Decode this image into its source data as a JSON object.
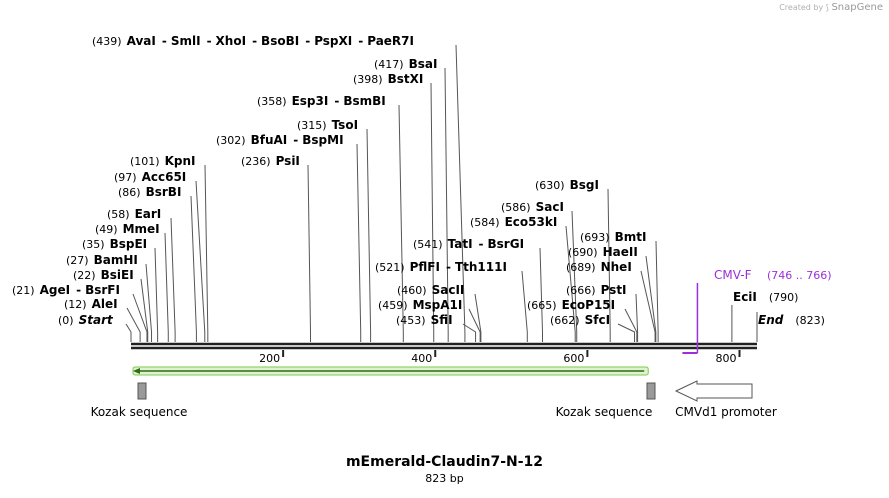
{
  "credit": {
    "prefix": "Created by",
    "brand": "SnapGene"
  },
  "map": {
    "title": "mEmerald-Claudin7-N-12",
    "length_label": "823 bp",
    "length": 823
  },
  "ruler": {
    "ticks": [
      {
        "value": 200,
        "label": "200"
      },
      {
        "value": 400,
        "label": "400"
      },
      {
        "value": 600,
        "label": "600"
      },
      {
        "value": 800,
        "label": "800"
      }
    ]
  },
  "sites": [
    {
      "pos": 0,
      "pos_label": "(0)",
      "names": [
        "Start"
      ],
      "italic": true
    },
    {
      "pos": 12,
      "pos_label": "(12)",
      "names": [
        "AleI"
      ]
    },
    {
      "pos": 21,
      "pos_label": "(21)",
      "names": [
        "AgeI",
        "BsrFI"
      ]
    },
    {
      "pos": 22,
      "pos_label": "(22)",
      "names": [
        "BsiEI"
      ]
    },
    {
      "pos": 27,
      "pos_label": "(27)",
      "names": [
        "BamHI"
      ]
    },
    {
      "pos": 35,
      "pos_label": "(35)",
      "names": [
        "BspEI"
      ]
    },
    {
      "pos": 49,
      "pos_label": "(49)",
      "names": [
        "MmeI"
      ]
    },
    {
      "pos": 58,
      "pos_label": "(58)",
      "names": [
        "EarI"
      ]
    },
    {
      "pos": 86,
      "pos_label": "(86)",
      "names": [
        "BsrBI"
      ]
    },
    {
      "pos": 97,
      "pos_label": "(97)",
      "names": [
        "Acc65I"
      ]
    },
    {
      "pos": 101,
      "pos_label": "(101)",
      "names": [
        "KpnI"
      ]
    },
    {
      "pos": 236,
      "pos_label": "(236)",
      "names": [
        "PsiI"
      ]
    },
    {
      "pos": 302,
      "pos_label": "(302)",
      "names": [
        "BfuAI",
        "BspMI"
      ]
    },
    {
      "pos": 315,
      "pos_label": "(315)",
      "names": [
        "TsoI"
      ]
    },
    {
      "pos": 358,
      "pos_label": "(358)",
      "names": [
        "Esp3I",
        "BsmBI"
      ]
    },
    {
      "pos": 398,
      "pos_label": "(398)",
      "names": [
        "BstXI"
      ]
    },
    {
      "pos": 417,
      "pos_label": "(417)",
      "names": [
        "BsaI"
      ]
    },
    {
      "pos": 439,
      "pos_label": "(439)",
      "names": [
        "AvaI",
        "SmlI",
        "XhoI",
        "BsoBI",
        "PspXI",
        "PaeR7I"
      ]
    },
    {
      "pos": 453,
      "pos_label": "(453)",
      "names": [
        "SfiI"
      ]
    },
    {
      "pos": 459,
      "pos_label": "(459)",
      "names": [
        "MspA1I"
      ]
    },
    {
      "pos": 460,
      "pos_label": "(460)",
      "names": [
        "SacII"
      ]
    },
    {
      "pos": 521,
      "pos_label": "(521)",
      "names": [
        "PflFI",
        "Tth111I"
      ]
    },
    {
      "pos": 541,
      "pos_label": "(541)",
      "names": [
        "TatI",
        "BsrGI"
      ]
    },
    {
      "pos": 584,
      "pos_label": "(584)",
      "names": [
        "Eco53kI"
      ]
    },
    {
      "pos": 586,
      "pos_label": "(586)",
      "names": [
        "SacI"
      ]
    },
    {
      "pos": 630,
      "pos_label": "(630)",
      "names": [
        "BsgI"
      ]
    },
    {
      "pos": 662,
      "pos_label": "(662)",
      "names": [
        "SfcI"
      ]
    },
    {
      "pos": 665,
      "pos_label": "(665)",
      "names": [
        "EcoP15I"
      ]
    },
    {
      "pos": 666,
      "pos_label": "(666)",
      "names": [
        "PstI"
      ]
    },
    {
      "pos": 689,
      "pos_label": "(689)",
      "names": [
        "NheI"
      ]
    },
    {
      "pos": 690,
      "pos_label": "(690)",
      "names": [
        "HaeII"
      ]
    },
    {
      "pos": 693,
      "pos_label": "(693)",
      "names": [
        "BmtI"
      ]
    },
    {
      "pos": 790,
      "pos_label": "(790)",
      "names": [
        "EciI"
      ]
    },
    {
      "pos": 823,
      "pos_label": "(823)",
      "names": [
        "End"
      ],
      "italic": true
    }
  ],
  "primer": {
    "name": "CMV-F",
    "range_label": "(746 .. 766)",
    "start": 746,
    "end": 766,
    "color": "#9b30d9"
  },
  "features": [
    {
      "name": "Kozak sequence",
      "type": "box",
      "start": 12,
      "end": 21
    },
    {
      "name": "Kozak sequence",
      "type": "box",
      "start": 680,
      "end": 690
    },
    {
      "name": "CMVd1 promoter",
      "type": "arrow-left",
      "start": 742,
      "end": 823
    },
    {
      "name": "",
      "type": "orf-left",
      "start": 0,
      "end": 680,
      "color": "#7ec850"
    }
  ],
  "colors": {
    "line": "#555555",
    "backbone": "#222222",
    "box_fill": "#9a9a9a",
    "primer": "#9b30d9",
    "orf": "#7ec850"
  }
}
